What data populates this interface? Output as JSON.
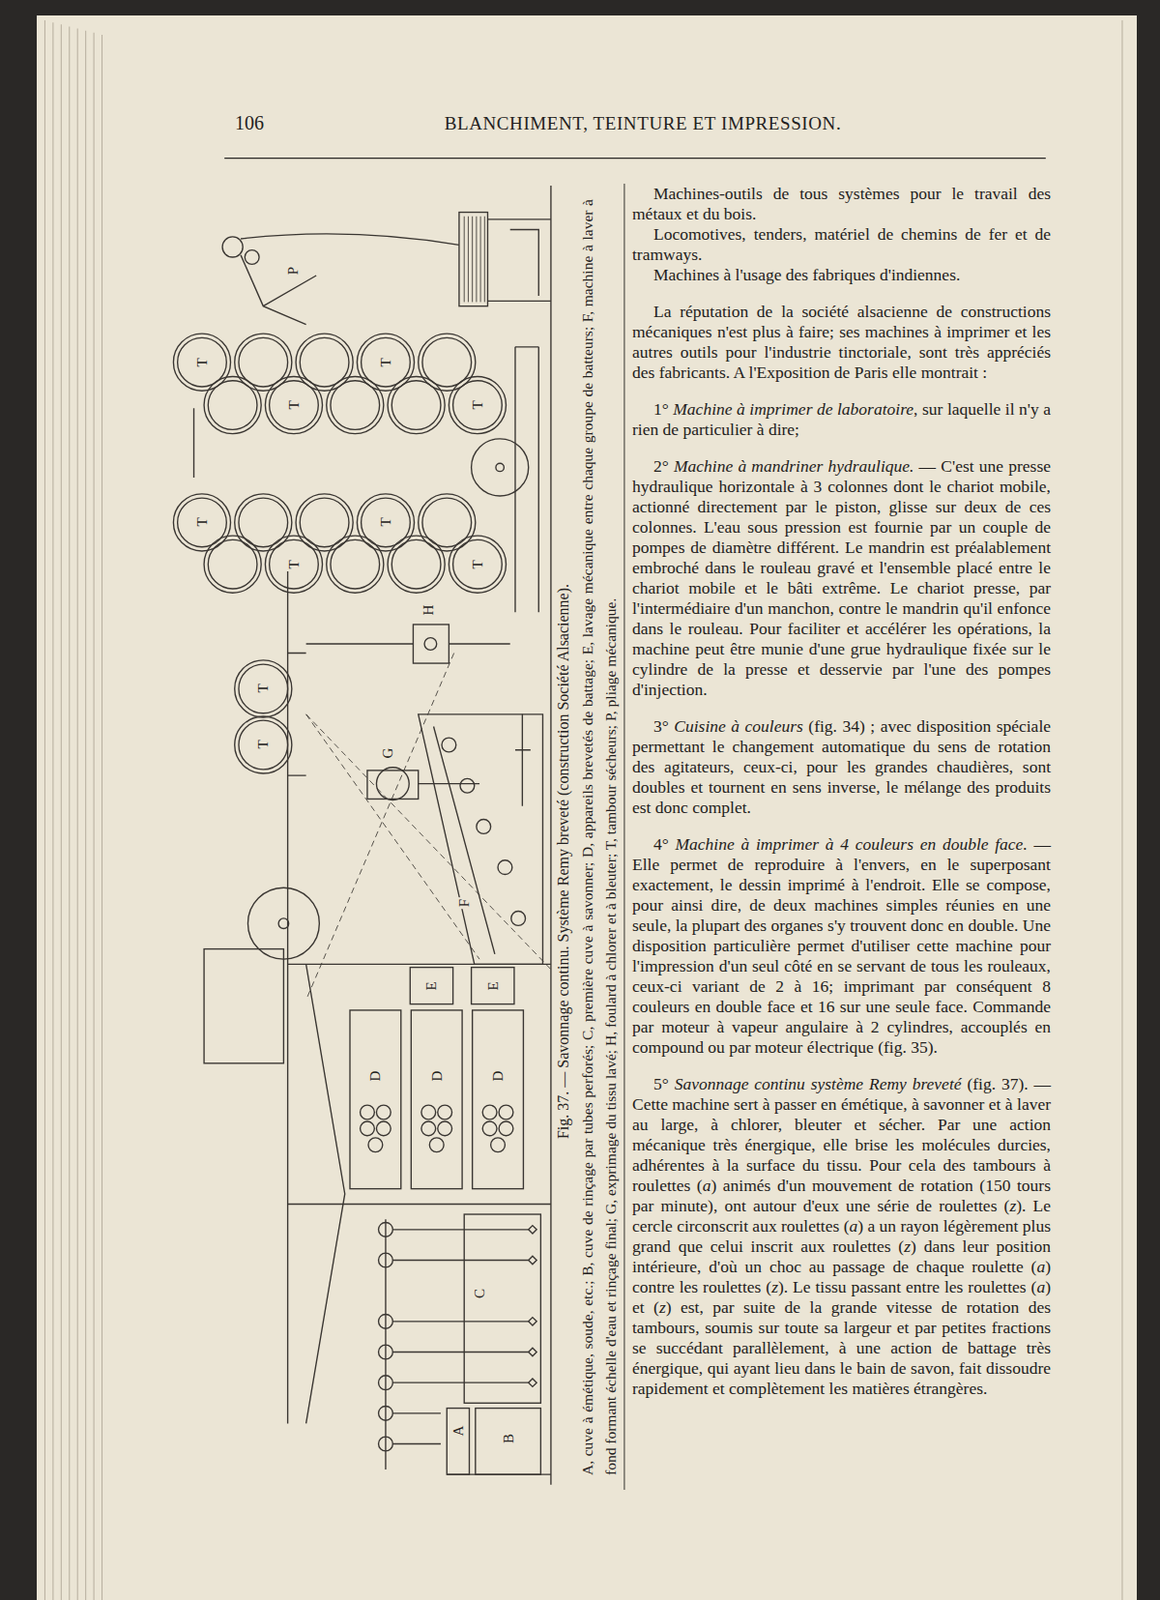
{
  "diagram": {
    "title": "BLANCHIMENT, TEINTURE ET IMPRESSION.",
    "caption": "Fig. 37. — Savonnage continu. Système Remy breveté (construction Société Alsacienne).",
    "labels": [
      "106",
      "T",
      "T",
      "T",
      "T",
      "T",
      "T",
      "T",
      "T",
      "T",
      "T",
      "P",
      "H",
      "G",
      "F",
      "E",
      "E",
      "D",
      "D",
      "D",
      "C",
      "A",
      "B",
      "A, cuve à émétique, soude, etc.; B, cuve de rinçage par tubes perforés; C, première cuve à savonner; D, appareils brevetés de battage; E, lavage mécanique entre chaque groupe de batteurs; F, machine à laver à fond formant échelle d'eau et rinçage final; G, exprimage du tissu lavé; H, foulard à chlorer et à bleuter; T, tambour sécheurs; P, pliage mécanique.",
      "Machines-outils de tous systèmes pour le travail des métaux et du bois.",
      "Locomotives, tenders, matériel de chemins de fer et de tramways.",
      "Machines à l'usage des fabriques d'indiennes.",
      "La réputation de la société alsacienne de constructions mécaniques n'est plus à faire; ses machines à imprimer et les autres outils pour l'industrie tinctoriale, sont très appréciés des fabricants. A l'Exposition de Paris elle montrait :",
      "1° ",
      "Machine à imprimer de laboratoire",
      ", sur laquelle il n'y a rien de particulier à dire;",
      "2° ",
      "Machine à mandriner hydraulique.",
      " — C'est une presse hydraulique horizontale à 3 colonnes dont le chariot mobile, actionné directement par le piston, glisse sur deux de ces colonnes. L'eau sous pression est fournie par un couple de pompes de diamètre différent. Le mandrin est préalablement embroché dans le rouleau gravé et l'ensemble placé entre le chariot mobile et le bâti extrême. Le chariot presse, par l'intermédiaire d'un manchon, contre le mandrin qu'il enfonce dans le rouleau. Pour faciliter et accélérer les opérations, la machine peut être munie d'une grue hydraulique fixée sur le cylindre de la presse et desservie par l'une des pompes d'injection.",
      "3° ",
      "Cuisine à couleurs",
      " (fig. 34) ; avec disposition spéciale permettant le changement automatique du sens de rotation des agitateurs, ceux-ci, pour les grandes chaudières, sont doubles et tournent en sens inverse, le mélange des produits est donc complet.",
      "4° ",
      "Machine à imprimer à 4 couleurs en double face.",
      " — Elle permet de reproduire à l'envers, en le superposant exactement, le dessin imprimé à l'endroit. Elle se compose, pour ainsi dire, de deux machines simples réunies en une seule, la plupart des organes s'y trouvent donc en double. Une disposition particulière permet d'utiliser cette machine pour l'impression d'un seul côté en se servant de tous les rouleaux, ceux-ci variant de 2 à 16; imprimant par conséquent 8 couleurs en double face et 16 sur une seule face. Commande par moteur à vapeur angulaire à 2 cylindres, accouplés en compound ou par moteur électrique (fig. 35).",
      "5° ",
      "Savonnage continu système Remy breveté",
      " (fig. 37). — Cette machine sert à passer en émétique, à savonner et à laver au large, à chlorer, bleuter et sécher. Par une action mécanique très énergique, elle brise les molécules durcies, adhérentes à la surface du tissu. Pour cela des tambours à roulettes (",
      "a",
      ") animés d'un mouvement de rotation (150 tours par minute), ont autour d'eux une série de roulettes (",
      "z",
      "). Le cercle circonscrit aux roulettes (",
      "a",
      ") a un rayon légèrement plus grand que celui inscrit aux roulettes (",
      "z",
      ") dans leur position intérieure, d'où un choc au passage de chaque roulette (",
      "a",
      ") contre les roulettes (",
      "z",
      "). Le tissu passant entre les roulettes (",
      "a",
      ") et (",
      "z",
      ") est, par suite de la grande vitesse de rotation des tambours, soumis sur toute sa largeur et par petites fractions se succédant parallèlement, à une action de battage très énergique, qui ayant lieu dans le bain de savon, fait dissoudre rapidement et complètement les matières étrangères."
    ]
  }
}
